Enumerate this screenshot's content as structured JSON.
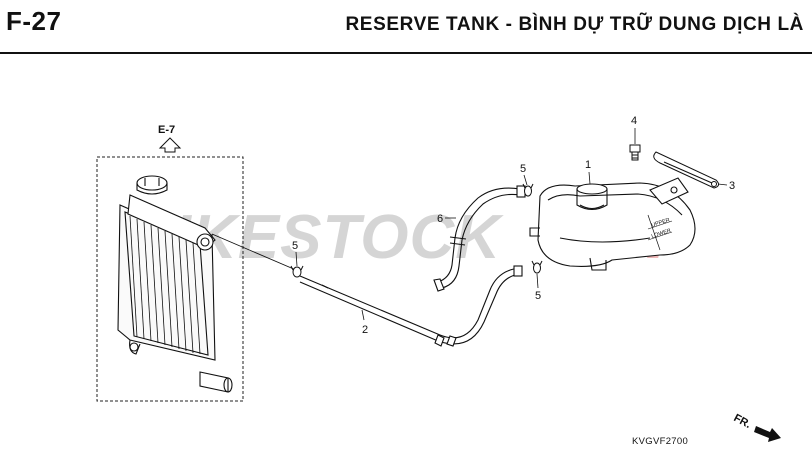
{
  "header": {
    "code": "F-27",
    "title": "RESERVE TANK - BÌNH DỰ TRỮ DUNG DỊCH LÀ"
  },
  "reference": {
    "label": "E-7"
  },
  "callouts": {
    "reserve_tank": "1",
    "tube_long": "2",
    "clamp_bracket": "3",
    "bolt": "4",
    "clip_top": "5",
    "clip_left": "5",
    "clip_right": "5",
    "overflow_hose": "6"
  },
  "watermark": {
    "brand": "BIKESTOCK",
    "suffix": ".VN",
    "brand_color": "#c8c8c8",
    "suffix_color": "#e8a0a0"
  },
  "direction": {
    "label": "FR."
  },
  "figure_code": "KVGVF2700",
  "tank_markings": [
    "UPPER",
    "LOWER"
  ]
}
